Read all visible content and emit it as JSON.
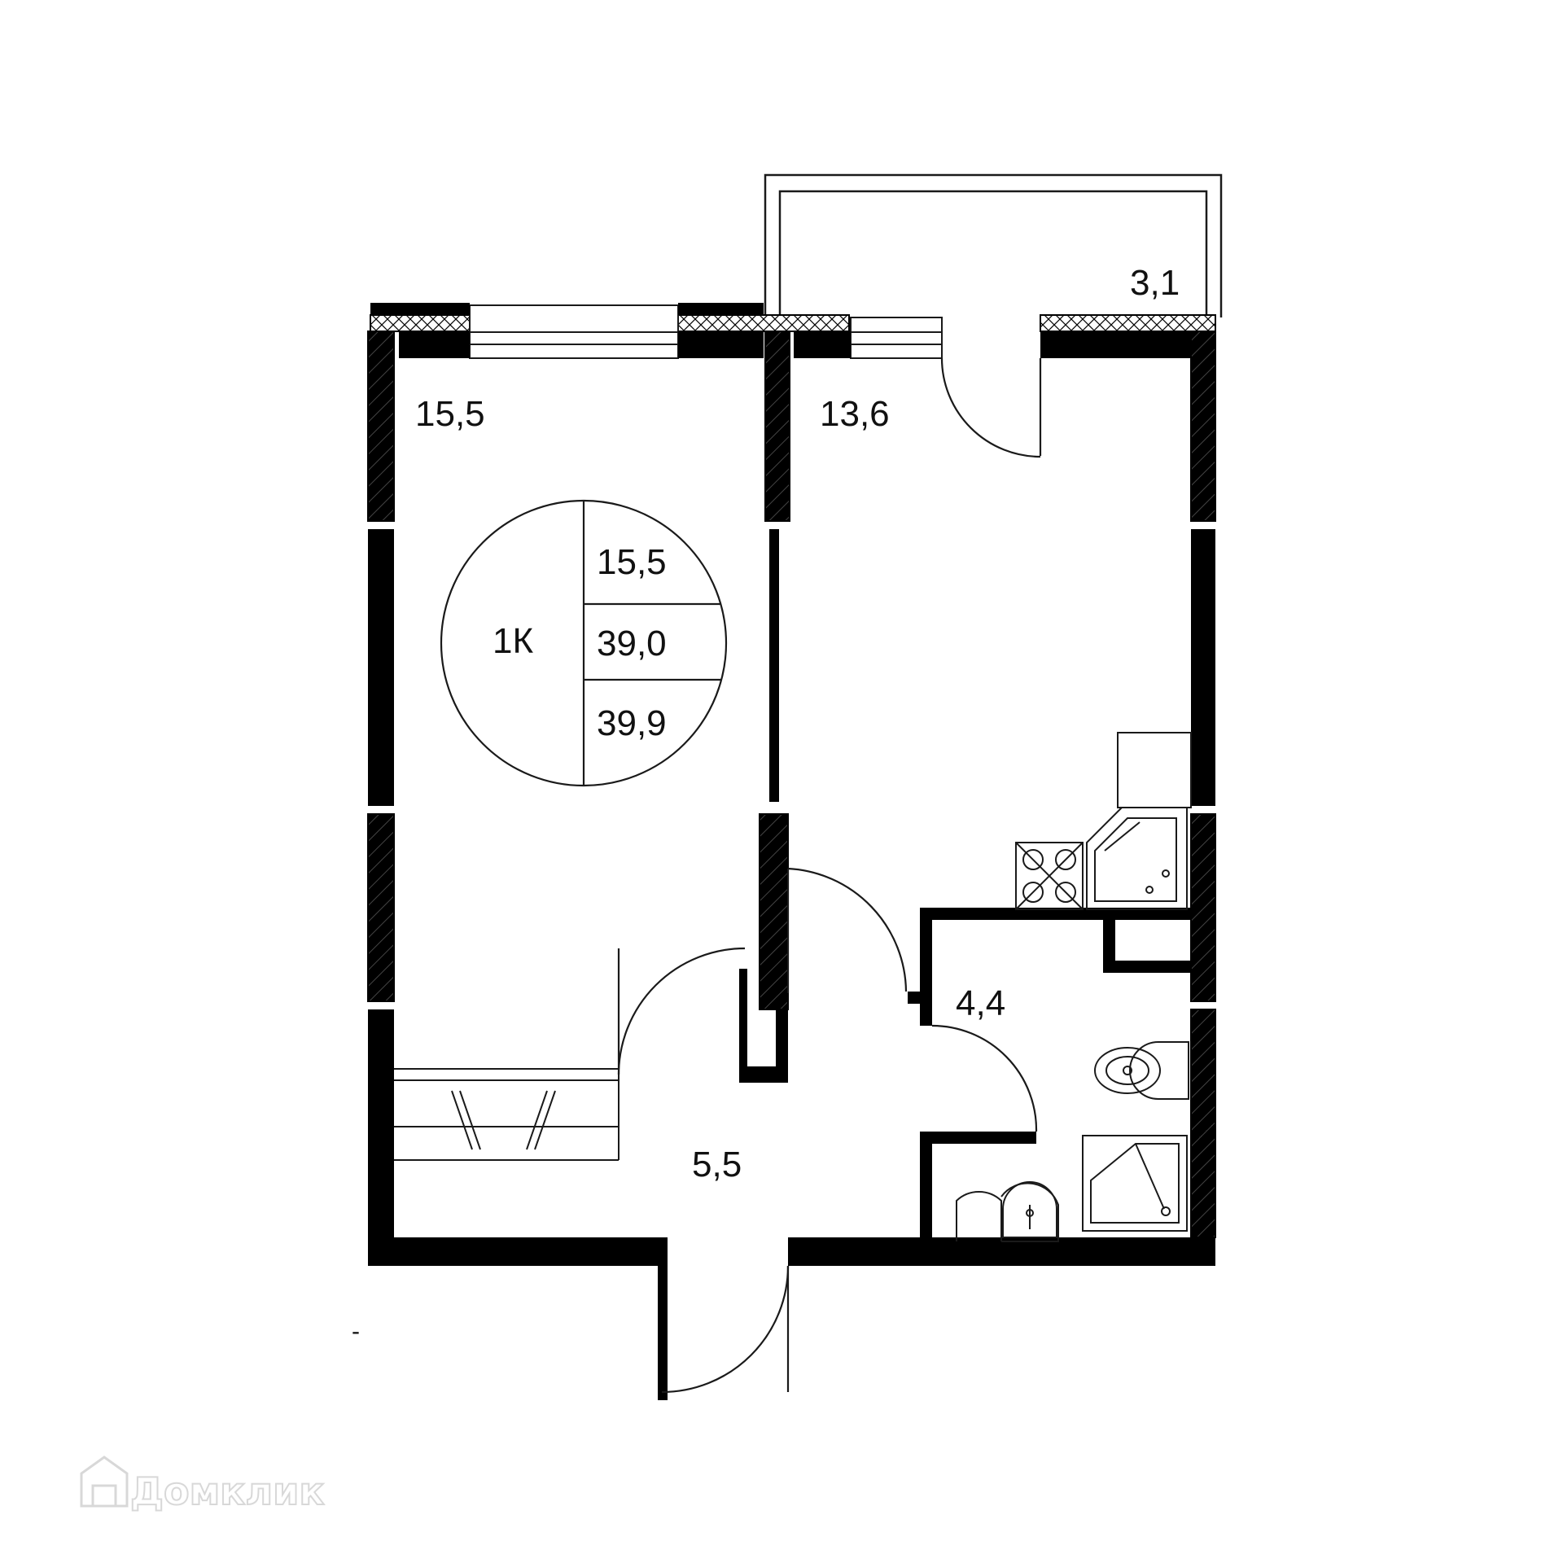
{
  "rooms": {
    "living": "15,5",
    "kitchen": "13,6",
    "balcony": "3,1",
    "bathroom": "4,4",
    "hallway": "5,5"
  },
  "summary": {
    "type": "1К",
    "living_area": "15,5",
    "total_area": "39,0",
    "total_with_balcony": "39,9"
  },
  "scale_mark": "-",
  "watermark": "Домклик",
  "colors": {
    "wall": "#000000",
    "line": "#1a1a1a",
    "background": "#ffffff",
    "watermark": "#d8d8d8"
  }
}
